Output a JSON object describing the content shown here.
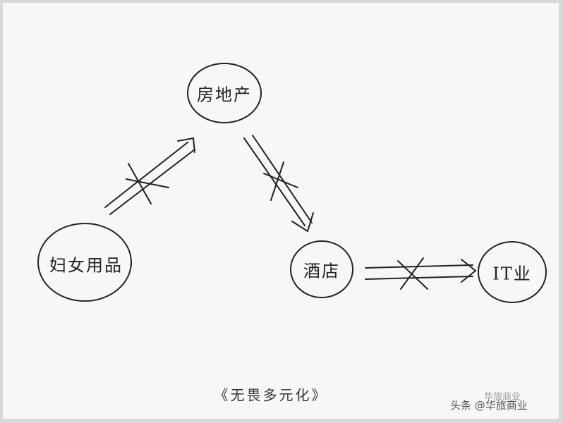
{
  "nodes": {
    "real_estate": "房地产",
    "women_products": "妇女用品",
    "hotel": "酒店",
    "it": "IT业"
  },
  "caption": "《无畏多元化》",
  "watermark": {
    "text": "头条 @华旅商业",
    "shadow_text": "华旅商业"
  },
  "colors": {
    "stroke": "#222222",
    "background": "#f7f7f7"
  }
}
